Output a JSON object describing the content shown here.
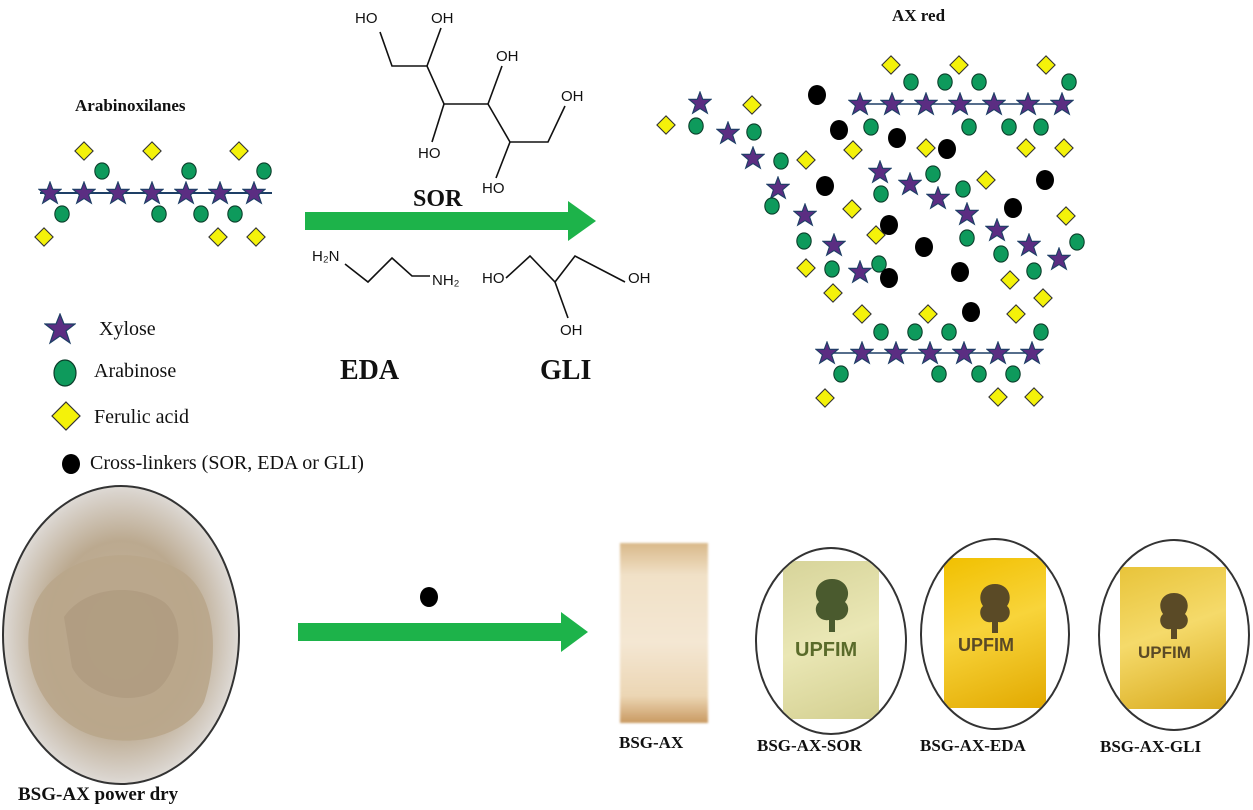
{
  "diagram": {
    "arabinoxylans_title": "Arabinoxilanes",
    "ax_red_title": "AX red",
    "reagents": {
      "sor": "SOR",
      "eda": "EDA",
      "gli": "GLI"
    },
    "chemistry_labels": {
      "ho": "HO",
      "oh": "OH",
      "h2n": "H₂N",
      "nh2": "NH₂"
    },
    "legend": [
      {
        "symbol": "star-icon",
        "label": "Xylose",
        "color": "#5b2d82"
      },
      {
        "symbol": "circle-icon",
        "label": "Arabinose",
        "color": "#0e9a5c"
      },
      {
        "symbol": "diamond-icon",
        "label": "Ferulic acid",
        "color": "#f4f20a"
      },
      {
        "symbol": "dot-icon",
        "label": "Cross-linkers  (SOR, EDA or GLI)",
        "color": "#000000"
      }
    ],
    "samples": {
      "powder": "BSG-AX power dry",
      "film_plain": "BSG-AX",
      "film_sor": "BSG-AX-SOR",
      "film_eda": "BSG-AX-EDA",
      "film_gli": "BSG-AX-GLI"
    },
    "logo_text": "UPFIM",
    "colors": {
      "arrow": "#1db34a",
      "xylose": "#5b2d82",
      "xylose_outline": "#1e3f66",
      "arabinose": "#0e9a5c",
      "ferulic": "#f4f20a",
      "crosslinker": "#000000"
    }
  }
}
